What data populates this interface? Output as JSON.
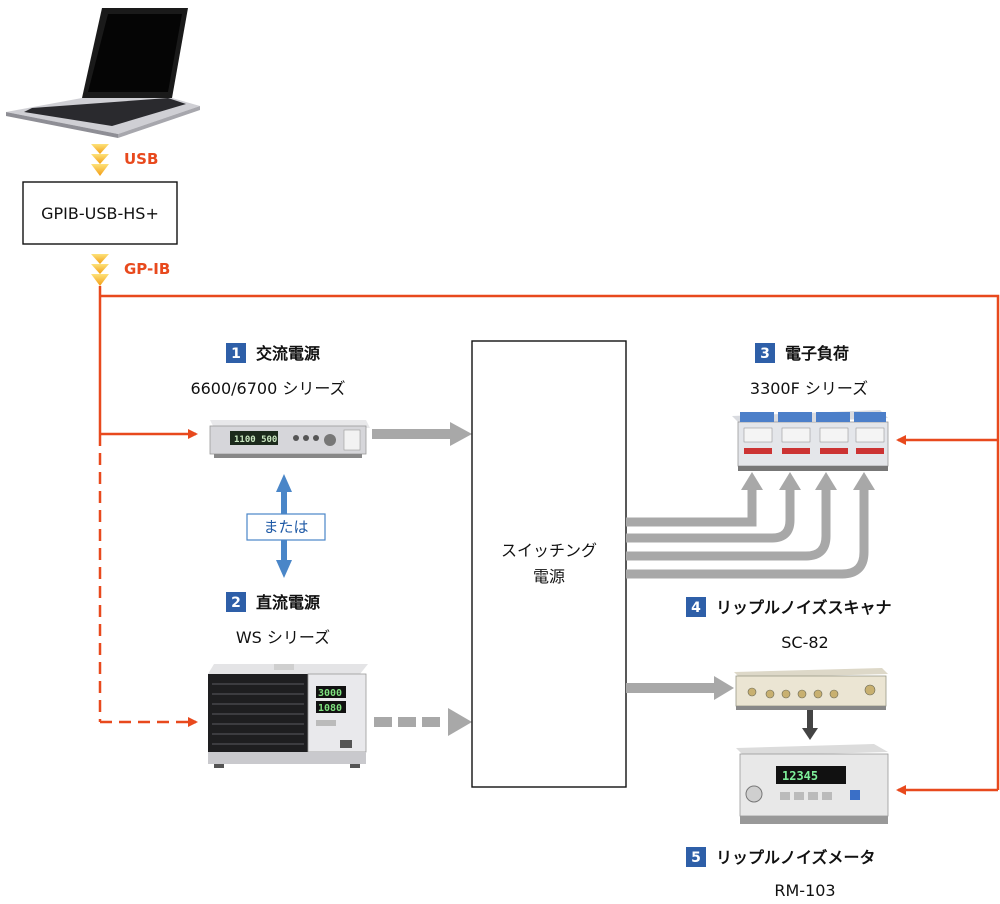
{
  "interface": {
    "usb_label": "USB",
    "converter_label": "GPIB-USB-HS+",
    "gpib_label": "GP-IB"
  },
  "switching_supply": {
    "line1": "スイッチング",
    "line2": "電源"
  },
  "devices": [
    {
      "number": "1",
      "name": "交流電源",
      "model": "6600/6700 シリーズ"
    },
    {
      "number": "2",
      "name": "直流電源",
      "model": "WS シリーズ"
    },
    {
      "number": "3",
      "name": "電子負荷",
      "model": "3300F シリーズ"
    },
    {
      "number": "4",
      "name": "リップルノイズスキャナ",
      "model": "SC-82"
    },
    {
      "number": "5",
      "name": "リップルノイズメータ",
      "model": "RM-103"
    }
  ],
  "or_label": "または",
  "colors": {
    "gpib_line": "#e8491d",
    "number_badge": "#2e5fa8",
    "power_arrow": "#a8a8a8",
    "or_arrow": "#4a86c8",
    "usb_arrow": "#f5a623"
  }
}
